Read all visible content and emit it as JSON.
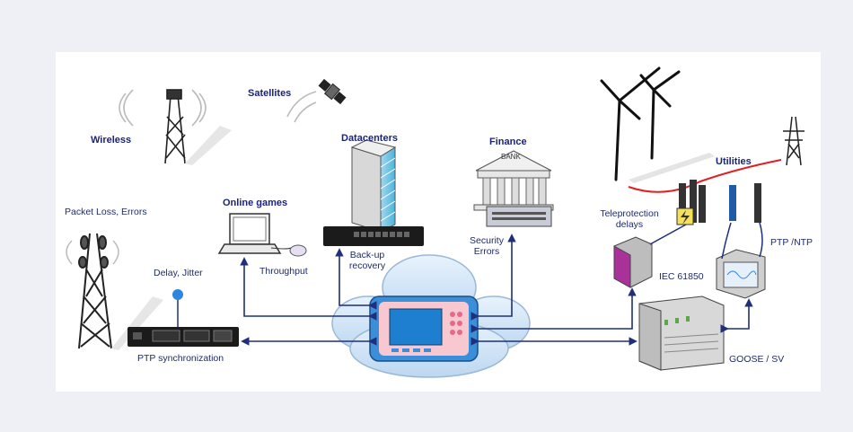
{
  "labels": {
    "satellites": "Satellites",
    "wireless": "Wireless",
    "datacenters": "Datacenters",
    "finance": "Finance",
    "utilities": "Utilities",
    "online_games": "Online games",
    "packet_loss": "Packet Loss, Errors",
    "delay_jitter": "Delay, Jitter",
    "ptp_sync": "PTP synchronization",
    "throughput": "Throughput",
    "backup_line1": "Back-up",
    "backup_line2": "recovery",
    "security_line1": "Security",
    "security_line2": "Errors",
    "teleprot_line1": "Teleprotection",
    "teleprot_line2": "delays",
    "iec": "IEC 61850",
    "ptp_ntp": "PTP /NTP",
    "goose": "GOOSE / SV",
    "bank": "BANK"
  },
  "colors": {
    "label": "#1a237e",
    "arrow": "#1f2f7a",
    "cloud": "#cfe3f7",
    "tester_body": "#3a8fd8",
    "tester_screen": "#1e7fd0",
    "power_line": "#e02020"
  }
}
